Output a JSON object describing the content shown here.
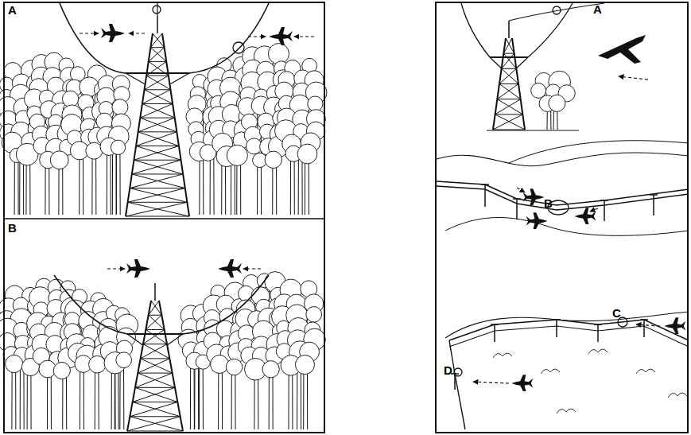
{
  "diagram": {
    "labels": [
      "A",
      "B",
      "A",
      "B",
      "C",
      "D"
    ]
  }
}
